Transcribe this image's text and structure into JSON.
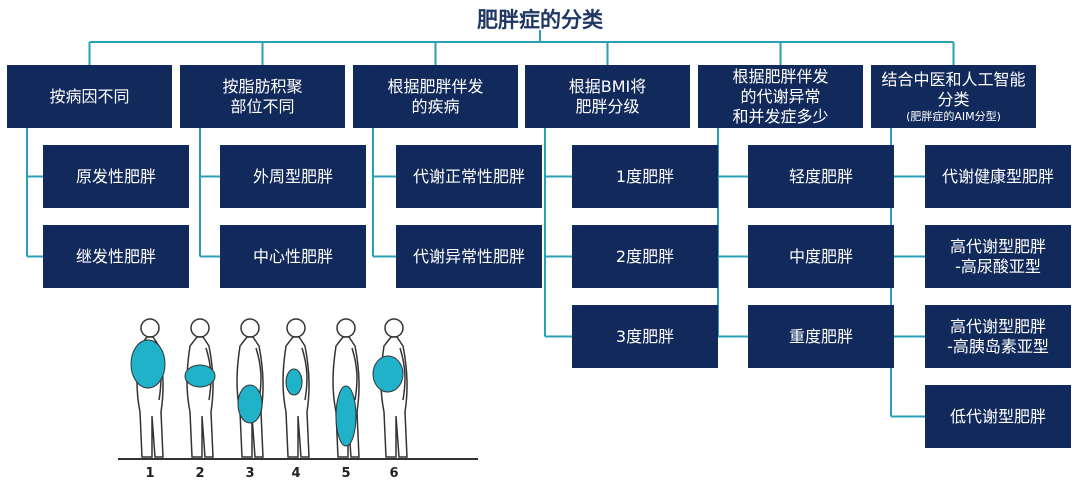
{
  "title": "肥胖症的分类",
  "columns": [
    {
      "header": [
        "按病因不同"
      ],
      "items": [
        [
          "原发性肥胖"
        ],
        [
          "继发性肥胖"
        ]
      ]
    },
    {
      "header": [
        "按脂肪积聚",
        "部位不同"
      ],
      "items": [
        [
          "外周型肥胖"
        ],
        [
          "中心性肥胖"
        ]
      ]
    },
    {
      "header": [
        "根据肥胖伴发",
        "的疾病"
      ],
      "items": [
        [
          "代谢正常性肥胖"
        ],
        [
          "代谢异常性肥胖"
        ]
      ]
    },
    {
      "header": [
        "根据BMI将",
        "肥胖分级"
      ],
      "items": [
        [
          "1度肥胖"
        ],
        [
          "2度肥胖"
        ],
        [
          "3度肥胖"
        ]
      ]
    },
    {
      "header": [
        "根据肥胖伴发",
        "的代谢异常",
        "和并发症多少"
      ],
      "items": [
        [
          "轻度肥胖"
        ],
        [
          "中度肥胖"
        ],
        [
          "重度肥胖"
        ]
      ]
    },
    {
      "header": [
        "结合中医和人工智能分类"
      ],
      "header_sub": "(肥胖症的AIM分型)",
      "items": [
        [
          "代谢健康型肥胖"
        ],
        [
          "高代谢型肥胖",
          "-高尿酸亚型"
        ],
        [
          "高代谢型肥胖",
          "-高胰岛素亚型"
        ],
        [
          "低代谢型肥胖"
        ]
      ]
    }
  ],
  "figure": {
    "labels": [
      "1",
      "2",
      "3",
      "4",
      "5",
      "6"
    ]
  },
  "colors": {
    "box": "#12295b",
    "line": "#2aa0b8",
    "title": "#1f3763",
    "fat": "#1fb2c9"
  }
}
